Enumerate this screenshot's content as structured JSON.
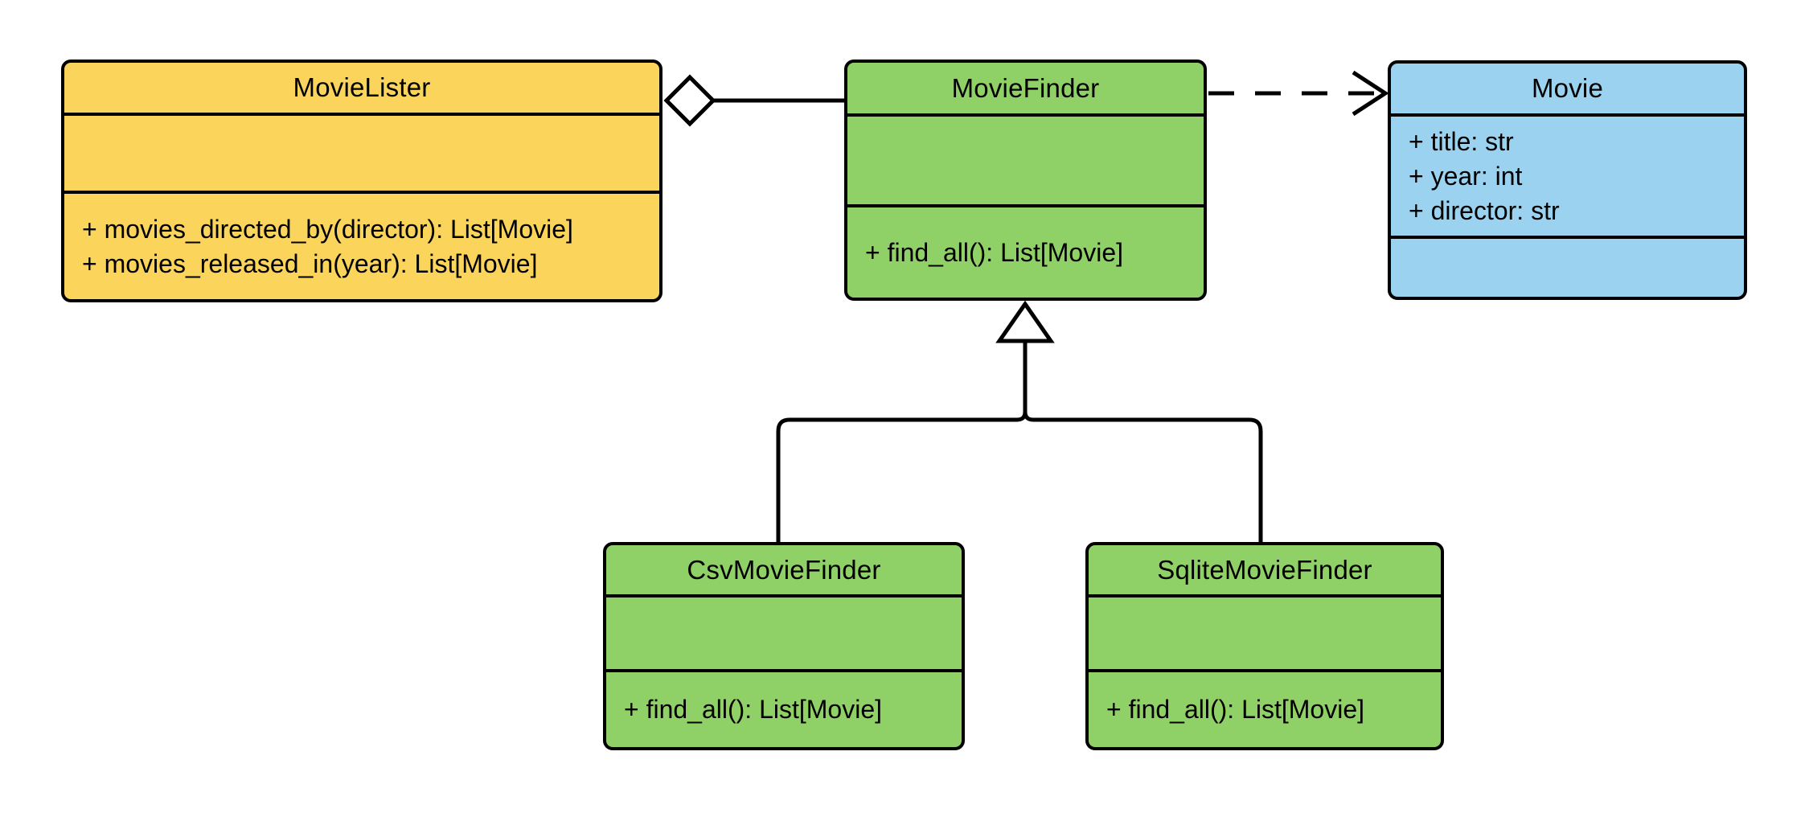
{
  "diagram": {
    "type": "uml-class-diagram",
    "background": "#FFFFFF",
    "colors": {
      "stroke": "#000000",
      "yellow": "#FBD45C",
      "green": "#90D167",
      "blue": "#9AD2F0"
    },
    "classes": {
      "movie_lister": {
        "name": "MovieLister",
        "fill": "#FBD45C",
        "attributes": [],
        "methods": [
          "+ movies_directed_by(director): List[Movie]",
          "+ movies_released_in(year): List[Movie]"
        ]
      },
      "movie_finder": {
        "name": "MovieFinder",
        "fill": "#90D167",
        "attributes": [],
        "methods": [
          "+ find_all(): List[Movie]"
        ]
      },
      "movie": {
        "name": "Movie",
        "fill": "#9AD2F0",
        "attributes": [
          "+ title: str",
          "+ year: int",
          "+ director: str"
        ],
        "methods": []
      },
      "csv_movie_finder": {
        "name": "CsvMovieFinder",
        "fill": "#90D167",
        "attributes": [],
        "methods": [
          "+ find_all(): List[Movie]"
        ]
      },
      "sqlite_movie_finder": {
        "name": "SqliteMovieFinder",
        "fill": "#90D167",
        "attributes": [],
        "methods": [
          "+ find_all(): List[Movie]"
        ]
      }
    },
    "relationships": [
      {
        "type": "aggregation",
        "source": "MovieLister",
        "target": "MovieFinder",
        "line": "solid",
        "marker": "hollow-diamond-at-MovieLister"
      },
      {
        "type": "dependency",
        "source": "MovieFinder",
        "target": "Movie",
        "line": "dashed",
        "marker": "open-arrow-at-Movie"
      },
      {
        "type": "inheritance",
        "source": "CsvMovieFinder",
        "target": "MovieFinder",
        "line": "solid",
        "marker": "hollow-triangle-at-MovieFinder"
      },
      {
        "type": "inheritance",
        "source": "SqliteMovieFinder",
        "target": "MovieFinder",
        "line": "solid",
        "marker": "hollow-triangle-at-MovieFinder"
      }
    ]
  }
}
